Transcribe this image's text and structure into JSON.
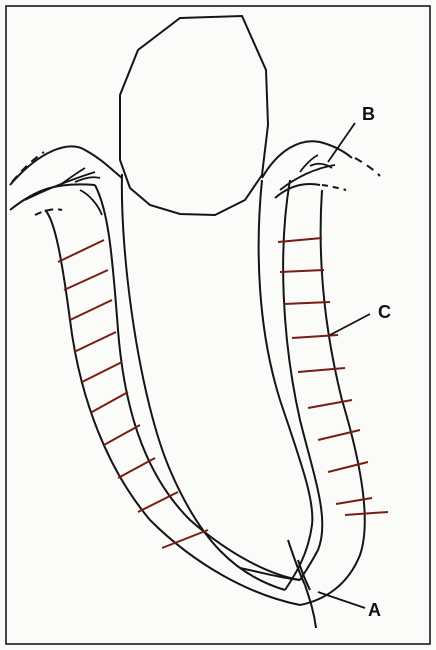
{
  "labels": {
    "a": "A",
    "b": "B",
    "c": "C"
  },
  "colors": {
    "line": "#151515",
    "rung": "#7a1c14",
    "background": "#fbfbfa"
  }
}
